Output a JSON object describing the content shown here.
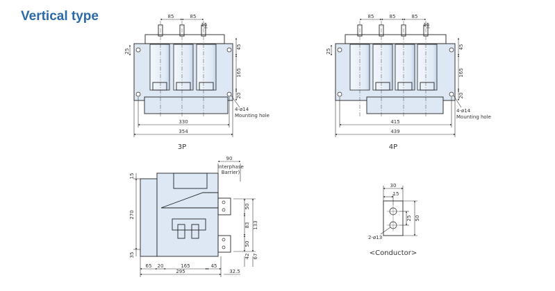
{
  "heading": "Vertical type",
  "colors": {
    "heading": "#2b6aa9",
    "body_fill": "#dde8f4",
    "line": "#222222"
  },
  "view_3p": {
    "caption": "3P",
    "dims": {
      "top_a": "85",
      "top_b": "85",
      "top_c": "15",
      "left_25": "25",
      "right_45": "45",
      "right_165": "165",
      "right_20": "20",
      "holes": "4-ø14",
      "holes_note": "Mounting hole",
      "w_inner": "330",
      "w_outer": "354"
    }
  },
  "view_4p": {
    "caption": "4P",
    "dims": {
      "top_a": "85",
      "top_b": "85",
      "top_c": "85",
      "top_d": "15",
      "left_25": "25",
      "right_45": "45",
      "right_165": "165",
      "right_20": "20",
      "holes": "4-ø14",
      "holes_note": "Mounting hole",
      "w_inner": "415",
      "w_outer": "439"
    }
  },
  "view_side": {
    "dims": {
      "top_90": "90",
      "barrier": "Interphase\nBarrier",
      "left_15": "15",
      "left_270": "270",
      "left_35": "35",
      "r_50a": "50",
      "r_83": "83",
      "r_133": "133",
      "r_50b": "50",
      "r_42": "42",
      "r_67": "67",
      "b_65": "65",
      "b_20": "20",
      "b_165": "165",
      "b_45": "45",
      "b_295": "295",
      "b_32_5": "32.5"
    }
  },
  "view_conductor": {
    "caption": "<Conductor>",
    "dims": {
      "w_30": "30",
      "w_15": "15",
      "h_25": "25",
      "h_50": "50",
      "holes": "2-ø13"
    }
  }
}
